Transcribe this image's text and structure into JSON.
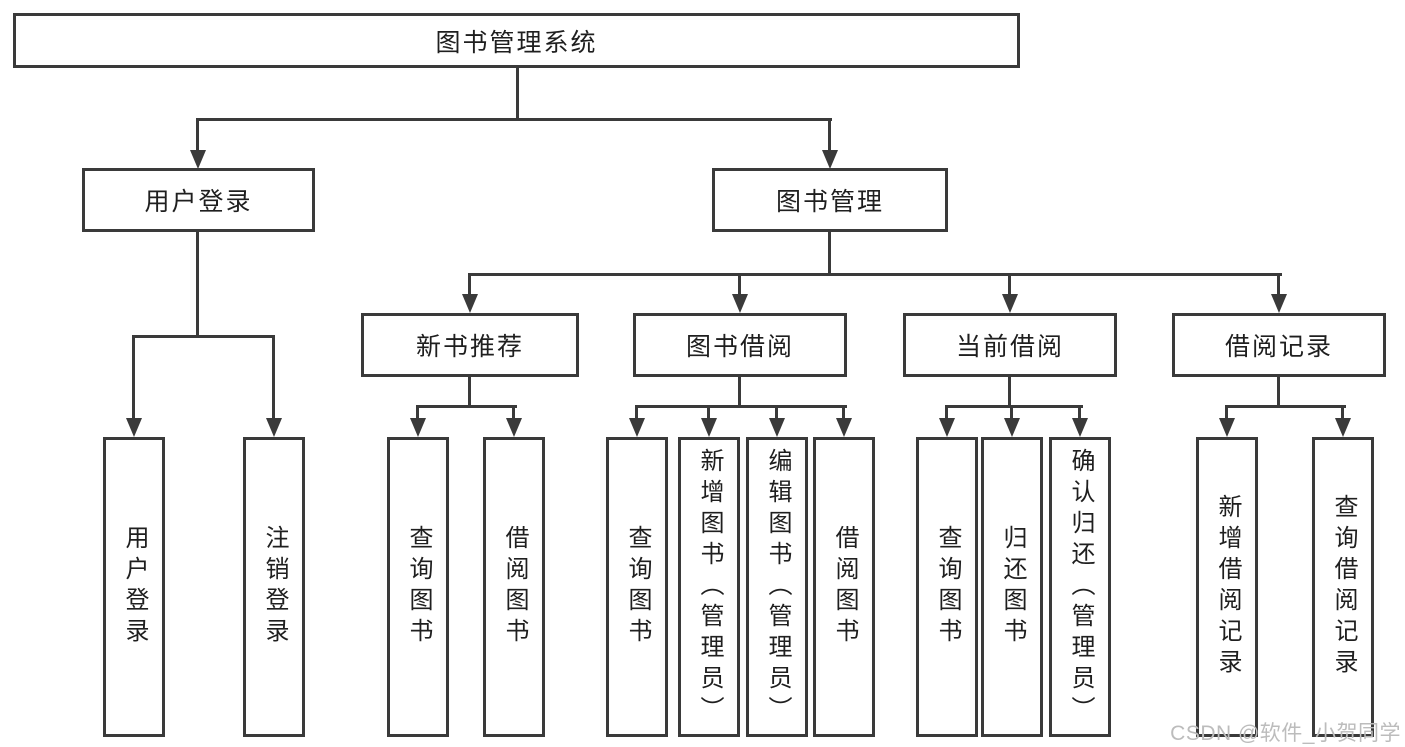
{
  "diagram": {
    "title": "图书管理系统",
    "watermark": "CSDN @软件_小贺同学",
    "colors": {
      "line": "#3a3a3a",
      "text": "#1f1f1f",
      "box_background": "#ffffff",
      "watermark": "#bcbcbc"
    },
    "nodes": {
      "root": "图书管理系统",
      "user_login": "用户登录",
      "book_mgmt": "图书管理",
      "new_book_rec": "新书推荐",
      "book_borrow": "图书借阅",
      "current_borrow": "当前借阅",
      "borrow_record": "借阅记录",
      "leaf_user_login": "用户登录",
      "leaf_logout": "注销登录",
      "leaf_nbr_query": "查询图书",
      "leaf_nbr_borrow": "借阅图书",
      "leaf_bb_query": "查询图书",
      "leaf_bb_add": "新增图书（管理员）",
      "leaf_bb_edit": "编辑图书（管理员）",
      "leaf_bb_borrow": "借阅图书",
      "leaf_cb_query": "查询图书",
      "leaf_cb_return": "归还图书",
      "leaf_cb_confirm": "确认归还（管理员）",
      "leaf_br_add": "新增借阅记录",
      "leaf_br_query": "查询借阅记录"
    }
  }
}
